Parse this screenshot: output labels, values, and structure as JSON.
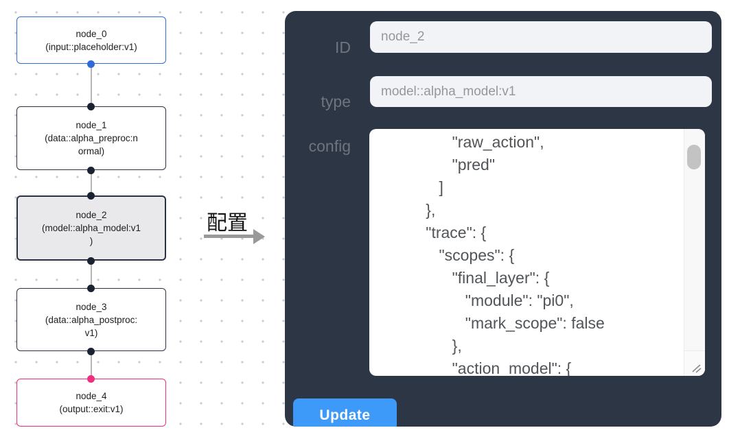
{
  "canvas": {
    "nodes": [
      {
        "id": "node_0",
        "accent": "blue",
        "lines": [
          "node_0",
          "(input::placeholder:v1)"
        ]
      },
      {
        "id": "node_1",
        "accent": "dark",
        "lines": [
          "node_1",
          "(data::alpha_preproc:n",
          "ormal)"
        ]
      },
      {
        "id": "node_2",
        "accent": "dark",
        "selected": true,
        "lines": [
          "node_2",
          "(model::alpha_model:v1",
          ")"
        ]
      },
      {
        "id": "node_3",
        "accent": "dark",
        "lines": [
          "node_3",
          "(data::alpha_postproc:",
          "v1)"
        ]
      },
      {
        "id": "node_4",
        "accent": "pink",
        "lines": [
          "node_4",
          "(output::exit:v1)"
        ]
      }
    ]
  },
  "transition": {
    "label": "配置",
    "icon": "arrow-right"
  },
  "panel": {
    "id_label": "ID",
    "id_value": "node_2",
    "type_label": "type",
    "type_value": "model::alpha_model:v1",
    "config_label": "config",
    "config_lines": [
      "                 \"raw_action\",",
      "                 \"pred\"",
      "              ]",
      "           },",
      "           \"trace\": {",
      "              \"scopes\": {",
      "                 \"final_layer\": {",
      "                    \"module\": \"pi0\",",
      "                    \"mark_scope\": false",
      "                 },",
      "                 \"action_model\": {"
    ],
    "update_label": "Update"
  },
  "colors": {
    "panel_bg": "#2d3644",
    "accent_blue": "#2e6bd8",
    "accent_pink": "#ee2e7e",
    "button_blue": "#3e9af8",
    "node_border_dark": "#2a3140"
  }
}
